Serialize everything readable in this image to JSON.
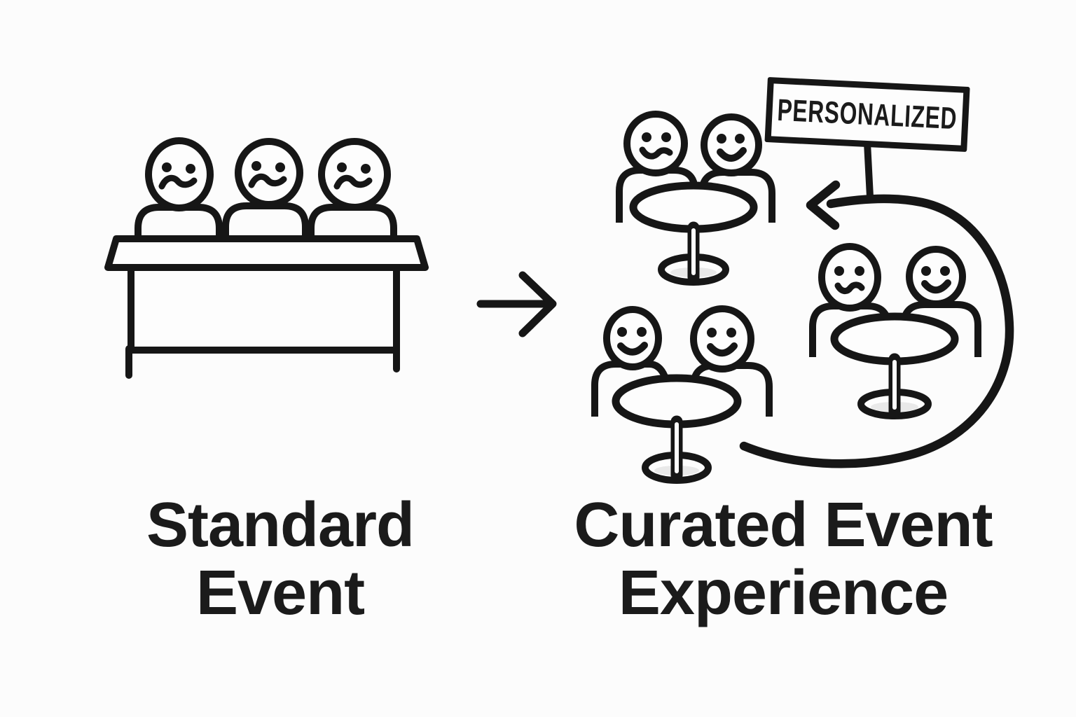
{
  "diagram": {
    "title_implied": "Standard Event vs Curated Event Experience",
    "left_caption": {
      "line1": "Standard",
      "line2": "Event"
    },
    "right_caption": {
      "line1": "Curated Event",
      "line2": "Experience"
    },
    "sign": {
      "label": "PERSONALIZED"
    }
  },
  "icons": {
    "left_scene": "frowning-attendees-at-desk-icon",
    "transform_arrow": "right-arrow-icon",
    "table_top_left": "happy-pair-round-table-icon",
    "table_bottom_left": "happy-pair-round-table-icon",
    "table_right": "mixed-pair-round-table-icon",
    "signpost": "personalized-signpost-icon",
    "loop": "curved-loop-arrow-icon"
  },
  "colors": {
    "ink": "#161616",
    "background": "#fcfcfc",
    "fill": "#fdfdfd",
    "shadow": "#e9e9e9",
    "text": "#1b1b1b"
  }
}
